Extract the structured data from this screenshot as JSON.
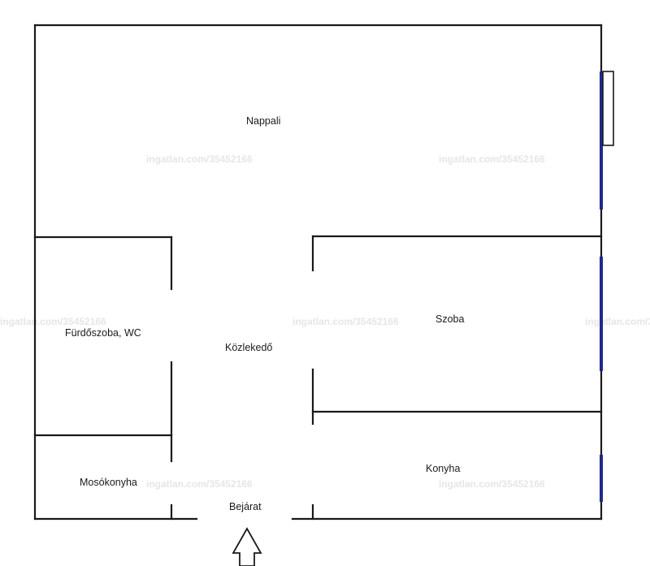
{
  "rooms": {
    "nappali": "Nappali",
    "szoba": "Szoba",
    "furdoszoba": "Fürdőszoba, WC",
    "kozlekedo": "Közlekedő",
    "mosokonyha": "Mosókonyha",
    "konyha": "Konyha",
    "bejarat": "Bejárat"
  },
  "watermark": "ingatlan.com/35452166",
  "colors": {
    "wall": "#1a1a1a",
    "window": "#1f2a8a",
    "watermark": "#e6e6e6"
  },
  "icons": {
    "entrance": "entrance-arrow-icon"
  }
}
